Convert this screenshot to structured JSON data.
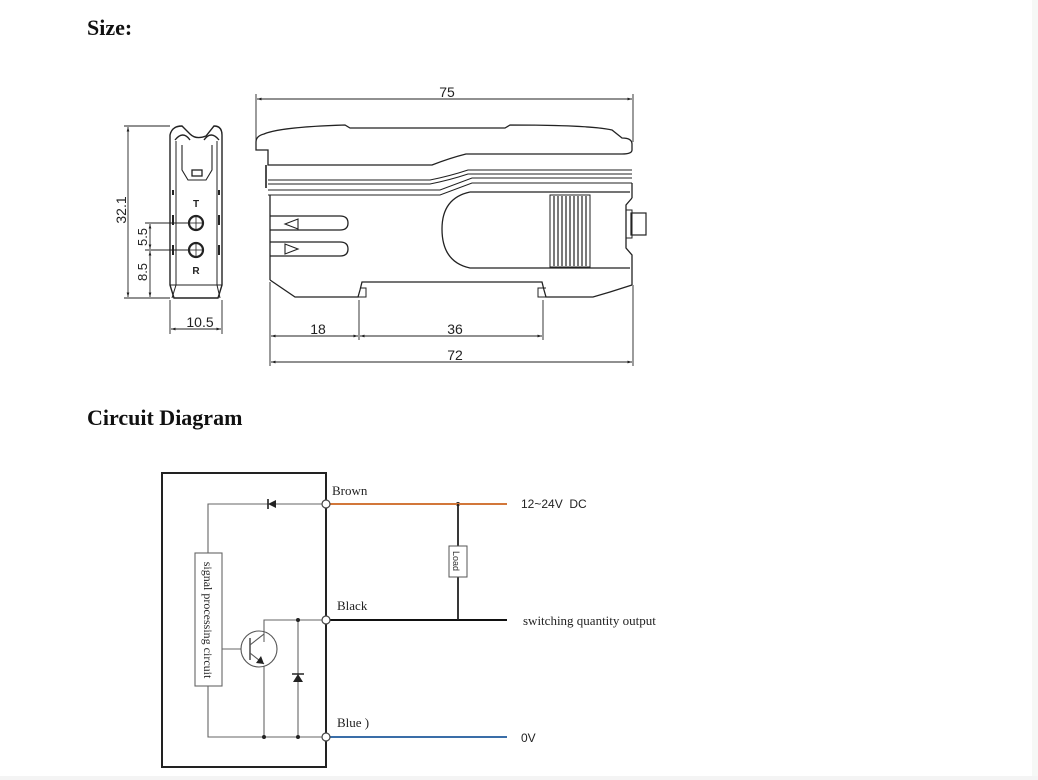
{
  "headings": {
    "size": "Size:",
    "circuit": "Circuit Diagram"
  },
  "size_drawing": {
    "front_view": {
      "height_label": "32.1",
      "spacing_label": "5.5",
      "lower_label": "8.5",
      "width_label": "10.5",
      "top_marker": "T",
      "bottom_marker": "R"
    },
    "side_view": {
      "overall_length_label": "75",
      "left_segment_label": "18",
      "mid_segment_label": "36",
      "base_length_label": "72"
    }
  },
  "circuit": {
    "internal_block_label": "signal processing circuit",
    "load_label": "Load",
    "wires": [
      {
        "name": "Brown",
        "terminal": "12~24V  DC",
        "color": "#d2773a"
      },
      {
        "name": "Black",
        "terminal": "switching quantity output",
        "color": "#111111"
      },
      {
        "name": "Blue )",
        "terminal": "0V",
        "color": "#3a6ea8"
      }
    ]
  },
  "colors": {
    "line": "#222222",
    "thin_line": "#555555",
    "brown_wire": "#d2773a",
    "blue_wire": "#3a6ea8"
  }
}
